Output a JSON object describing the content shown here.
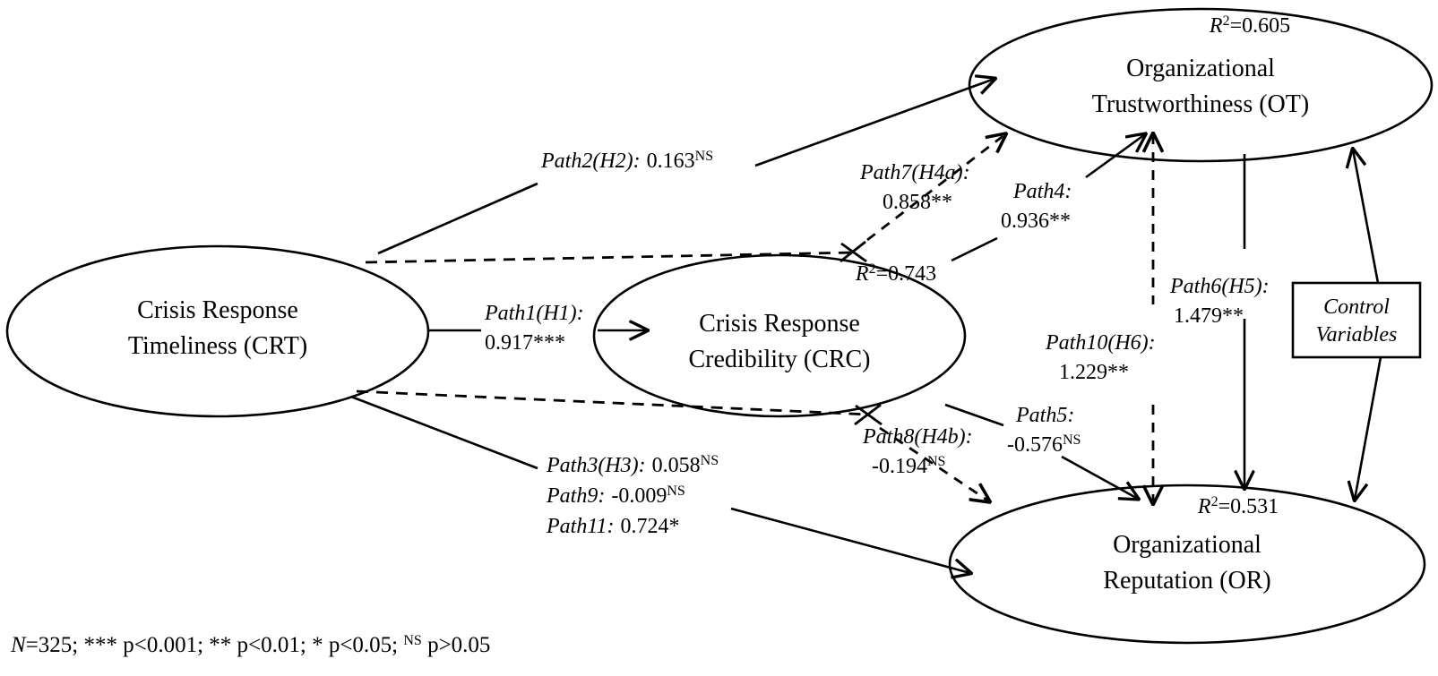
{
  "figure": {
    "type": "structural-equation-model-path-diagram",
    "background": "#ffffff",
    "stroke_color": "#000000"
  },
  "nodes": {
    "crt": {
      "id": "CRT",
      "line1": "Crisis Response",
      "line2": "Timeliness (CRT)",
      "r2": null,
      "shape": "ellipse"
    },
    "crc": {
      "id": "CRC",
      "line1": "Crisis Response",
      "line2": "Credibility (CRC)",
      "r2_prefix": "R",
      "r2_exp": "2",
      "r2_value": "=0.743",
      "shape": "ellipse"
    },
    "ot": {
      "id": "OT",
      "line1": "Organizational",
      "line2": "Trustworthiness (OT)",
      "r2_prefix": "R",
      "r2_exp": "2",
      "r2_value": "=0.605",
      "shape": "ellipse"
    },
    "or": {
      "id": "OR",
      "line1": "Organizational",
      "line2": "Reputation (OR)",
      "r2_prefix": "R",
      "r2_exp": "2",
      "r2_value": "=0.531",
      "shape": "ellipse"
    },
    "control": {
      "id": "CONTROL",
      "line1": "Control",
      "line2": "Variables",
      "shape": "rectangle"
    }
  },
  "paths": {
    "path1": {
      "name": "Path1(H1):",
      "value": "0.917***",
      "style": "solid",
      "from": "CRT",
      "to": "CRC"
    },
    "path2": {
      "name": "Path2(H2):",
      "value": "0.163",
      "sig": "NS",
      "style": "solid",
      "from": "CRT",
      "to": "OT"
    },
    "path3": {
      "name": "Path3(H3):",
      "value": "0.058",
      "sig": "NS",
      "style": "solid",
      "from": "CRT",
      "to": "OR"
    },
    "path4": {
      "name": "Path4:",
      "value": "0.936**",
      "style": "solid",
      "from": "CRC",
      "to": "OT"
    },
    "path5": {
      "name": "Path5:",
      "value": "-0.576",
      "sig": "NS",
      "style": "solid",
      "from": "CRC",
      "to": "OR"
    },
    "path6": {
      "name": "Path6(H5):",
      "value": "1.479**",
      "style": "solid",
      "from": "OT",
      "to": "OR"
    },
    "path7": {
      "name": "Path7(H4a):",
      "value": "0.858**",
      "style": "dashed",
      "from": "CRT-x-CRC",
      "to": "OT"
    },
    "path8": {
      "name": "Path8(H4b):",
      "value": "-0.194",
      "sig": "NS",
      "style": "dashed",
      "from": "CRT-x-CRC",
      "to": "OR"
    },
    "path9": {
      "name": "Path9:",
      "value": "-0.009",
      "sig": "NS",
      "style": "solid",
      "from": "CRT",
      "to": "OR"
    },
    "path10": {
      "name": "Path10(H6):",
      "value": "1.229**",
      "style": "dashed",
      "from": "OT",
      "to": "OR"
    },
    "path11": {
      "name": "Path11:",
      "value": "0.724*",
      "style": "solid",
      "from": "CRT",
      "to": "OR"
    }
  },
  "footnote": {
    "n_label": "N",
    "text": "=325; *** p<0.001; ** p<0.01; * p<0.05; ",
    "ns_sup": "NS",
    "tail": " p>0.05",
    "full": "N=325; *** p<0.001; ** p<0.01; * p<0.05; NS p>0.05"
  }
}
